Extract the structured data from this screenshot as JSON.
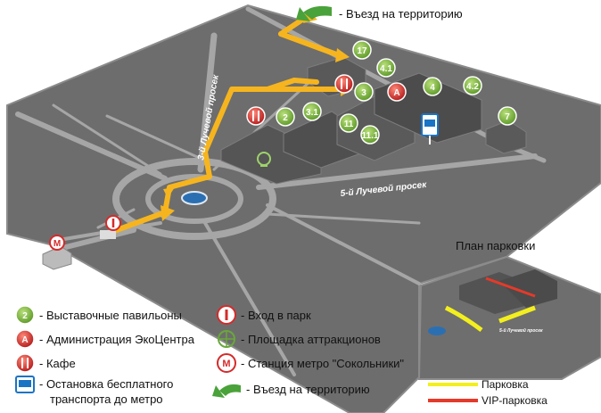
{
  "header": {
    "entry_label": "- Въезд на территорию"
  },
  "roads": {
    "road_3": "3-й Лучевой просек",
    "road_5": "5-й Лучевой просек"
  },
  "markers": [
    {
      "id": "17",
      "kind": "pavilion"
    },
    {
      "id": "4.1",
      "kind": "pavilion"
    },
    {
      "id": "3",
      "kind": "pavilion"
    },
    {
      "id": "4",
      "kind": "pavilion"
    },
    {
      "id": "4.2",
      "kind": "pavilion"
    },
    {
      "id": "2",
      "kind": "pavilion"
    },
    {
      "id": "3.1",
      "kind": "pavilion"
    },
    {
      "id": "11",
      "kind": "pavilion"
    },
    {
      "id": "11.1",
      "kind": "pavilion"
    },
    {
      "id": "7",
      "kind": "pavilion"
    },
    {
      "id": "A",
      "kind": "admin"
    }
  ],
  "plan": {
    "title": "План парковки",
    "road_label": "5-й Лучевой просек",
    "parking_label": "Парковка",
    "vip_label": "VIP-парковка",
    "parking_color": "#f3ef1e",
    "vip_color": "#e53a2a"
  },
  "legend": {
    "pavilions": "- Выставочные павильоны",
    "admin": "- Администрация ЭкоЦентра",
    "cafe": "- Кафе",
    "bus": "- Остановка бесплатного",
    "bus_line2": "транспорта до метро",
    "park_entry": "- Вход в парк",
    "attractions": "- Площадка аттракционов",
    "metro": "- Станция метро \"Сокольники\"",
    "entry": "- Въезд на территорию",
    "pavilion_sample": "2",
    "admin_sample": "A",
    "metro_sample": "M"
  },
  "colors": {
    "ground": "#6e6e6e",
    "road": "#a4a4a4",
    "arrow": "#f6b51e",
    "pavilion": "#7ab33c",
    "admin": "#d62a2a",
    "bus": "#1a74c4"
  }
}
